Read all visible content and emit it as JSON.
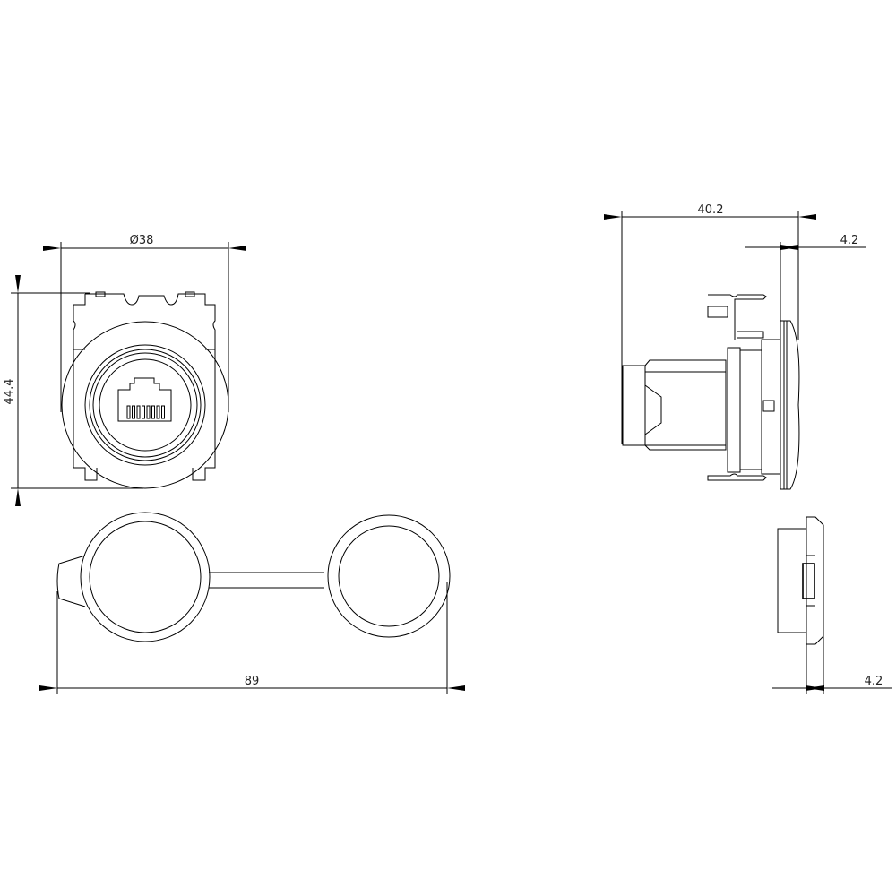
{
  "dimensions": {
    "front_diameter": "Ø38",
    "front_height": "44.4",
    "side_depth": "40.2",
    "side_flange": "4.2",
    "cap_length": "89",
    "cap_thickness": "4.2"
  },
  "line_color": "#000000"
}
